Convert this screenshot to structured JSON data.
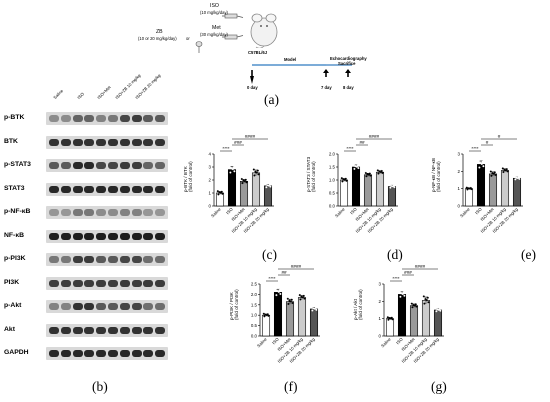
{
  "panel_a": {
    "label": "(a)",
    "iso_title": "ISO",
    "iso_dose": "(10 mg/kg/day)",
    "met_title": "Met",
    "met_dose": "(30 mg/kg/day)",
    "zb_title": "ZB",
    "zb_dose": "(10 or 20 mg/kg/day)",
    "or": "or",
    "mouse_strain": "C57BL/6J",
    "model": "Model",
    "echo": "Echocardiography",
    "sacrifice": "Sacrifice",
    "day0": "0 day",
    "day7": "7 day",
    "day8": "8 day"
  },
  "panel_b": {
    "label": "(b)",
    "group_labels": [
      "Saline",
      "ISO",
      "ISO+Met",
      "ISO+ZB 10 mg/kg",
      "ISO+ZB 20 mg/kg"
    ],
    "rows": [
      "p-BTK",
      "BTK",
      "p-STAT3",
      "STAT3",
      "p-NF-κB",
      "NF-κB",
      "p-PI3K",
      "PI3K",
      "p-Akt",
      "Akt",
      "GAPDH"
    ]
  },
  "categories": [
    "Saline",
    "ISO",
    "ISO+Met",
    "ISO+ZB 10 mg/kg",
    "ISO+ZB 20 mg/kg"
  ],
  "chart_data": [
    {
      "panel": "(c)",
      "type": "bar",
      "ylabel_1": "p-BTK / BTK",
      "ylabel_2": "(fold of control)",
      "yticks": [
        "0",
        "1",
        "2",
        "3",
        "4"
      ],
      "ylim": [
        0,
        4
      ],
      "values": [
        1.0,
        2.8,
        1.9,
        2.55,
        1.55
      ],
      "errors": [
        0.12,
        0.25,
        0.15,
        0.22,
        0.12
      ],
      "significance": [
        {
          "from": 0,
          "to": 1,
          "label": "****"
        },
        {
          "from": 1,
          "to": 2,
          "label": "###"
        },
        {
          "from": 1,
          "to": 4,
          "label": "####"
        }
      ]
    },
    {
      "panel": "(d)",
      "type": "bar",
      "ylabel_1": "p-STAT3 / STAT3",
      "ylabel_2": "(fold of control)",
      "yticks": [
        "0.0",
        "0.5",
        "1.0",
        "1.5",
        "2.0"
      ],
      "ylim": [
        0,
        2
      ],
      "values": [
        1.0,
        1.5,
        1.2,
        1.3,
        0.75
      ],
      "errors": [
        0.06,
        0.08,
        0.06,
        0.06,
        0.05
      ],
      "significance": [
        {
          "from": 0,
          "to": 1,
          "label": "****"
        },
        {
          "from": 1,
          "to": 2,
          "label": "##"
        },
        {
          "from": 1,
          "to": 4,
          "label": "####"
        }
      ]
    },
    {
      "panel": "(e)",
      "type": "bar",
      "ylabel_1": "p-NF-κB / NF-κB",
      "ylabel_2": "(fold of control)",
      "yticks": [
        "0",
        "1",
        "2",
        "3"
      ],
      "ylim": [
        0,
        3
      ],
      "values": [
        1.0,
        2.4,
        1.85,
        2.05,
        1.6
      ],
      "errors": [
        0.05,
        0.2,
        0.12,
        0.1,
        0.07
      ],
      "significance": [
        {
          "from": 0,
          "to": 1,
          "label": "****"
        },
        {
          "from": 1,
          "to": 2,
          "label": "#"
        },
        {
          "from": 1,
          "to": 4,
          "label": "#"
        }
      ]
    },
    {
      "panel": "(f)",
      "type": "bar",
      "ylabel_1": "p-PI3K / PI3K",
      "ylabel_2": "(fold of control)",
      "yticks": [
        "0.0",
        "0.5",
        "1.0",
        "1.5",
        "2.0",
        "2.5"
      ],
      "ylim": [
        0,
        2.5
      ],
      "values": [
        1.0,
        2.1,
        1.65,
        1.85,
        1.3
      ],
      "errors": [
        0.06,
        0.15,
        0.12,
        0.1,
        0.08
      ],
      "significance": [
        {
          "from": 0,
          "to": 1,
          "label": "****"
        },
        {
          "from": 1,
          "to": 2,
          "label": "##"
        },
        {
          "from": 1,
          "to": 4,
          "label": "####"
        }
      ]
    },
    {
      "panel": "(g)",
      "type": "bar",
      "ylabel_1": "p-Akt / Akt",
      "ylabel_2": "(fold of control)",
      "yticks": [
        "0",
        "1",
        "2",
        "3"
      ],
      "ylim": [
        0,
        3
      ],
      "values": [
        1.0,
        2.4,
        1.75,
        2.05,
        1.5
      ],
      "errors": [
        0.07,
        0.15,
        0.1,
        0.2,
        0.08
      ],
      "significance": [
        {
          "from": 0,
          "to": 1,
          "label": "****"
        },
        {
          "from": 1,
          "to": 2,
          "label": "###"
        },
        {
          "from": 1,
          "to": 4,
          "label": "####"
        }
      ]
    }
  ]
}
